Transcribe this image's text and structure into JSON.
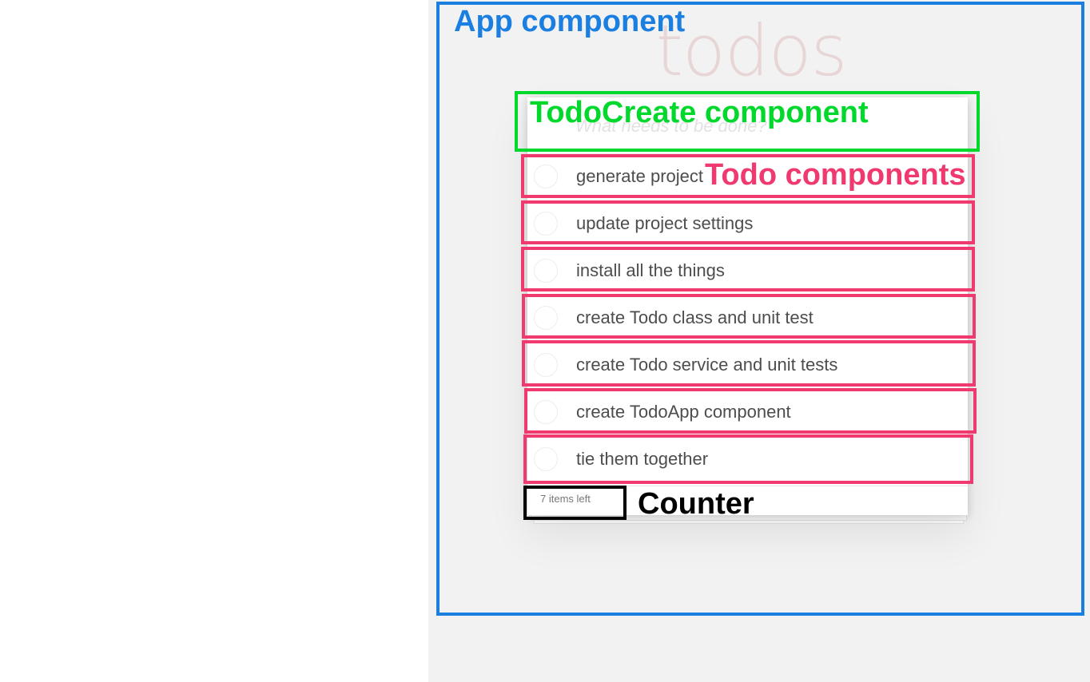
{
  "app": {
    "title": "todos",
    "new_todo_placeholder": "What needs to be done?",
    "items_left": "7 items left",
    "todos": [
      {
        "label": "generate project"
      },
      {
        "label": "update project settings"
      },
      {
        "label": "install all the things"
      },
      {
        "label": "create Todo class and unit test"
      },
      {
        "label": "create Todo service and unit tests"
      },
      {
        "label": "create TodoApp component"
      },
      {
        "label": "tie them together"
      }
    ]
  },
  "annotations": {
    "app_component": "App component",
    "todo_create_component": "TodoCreate component",
    "todo_components": "Todo components",
    "counter": "Counter"
  },
  "colors": {
    "app_component": "#1a7fe0",
    "todo_create_component": "#00d92b",
    "todo_components": "#f03a6f",
    "counter": "#000000"
  }
}
